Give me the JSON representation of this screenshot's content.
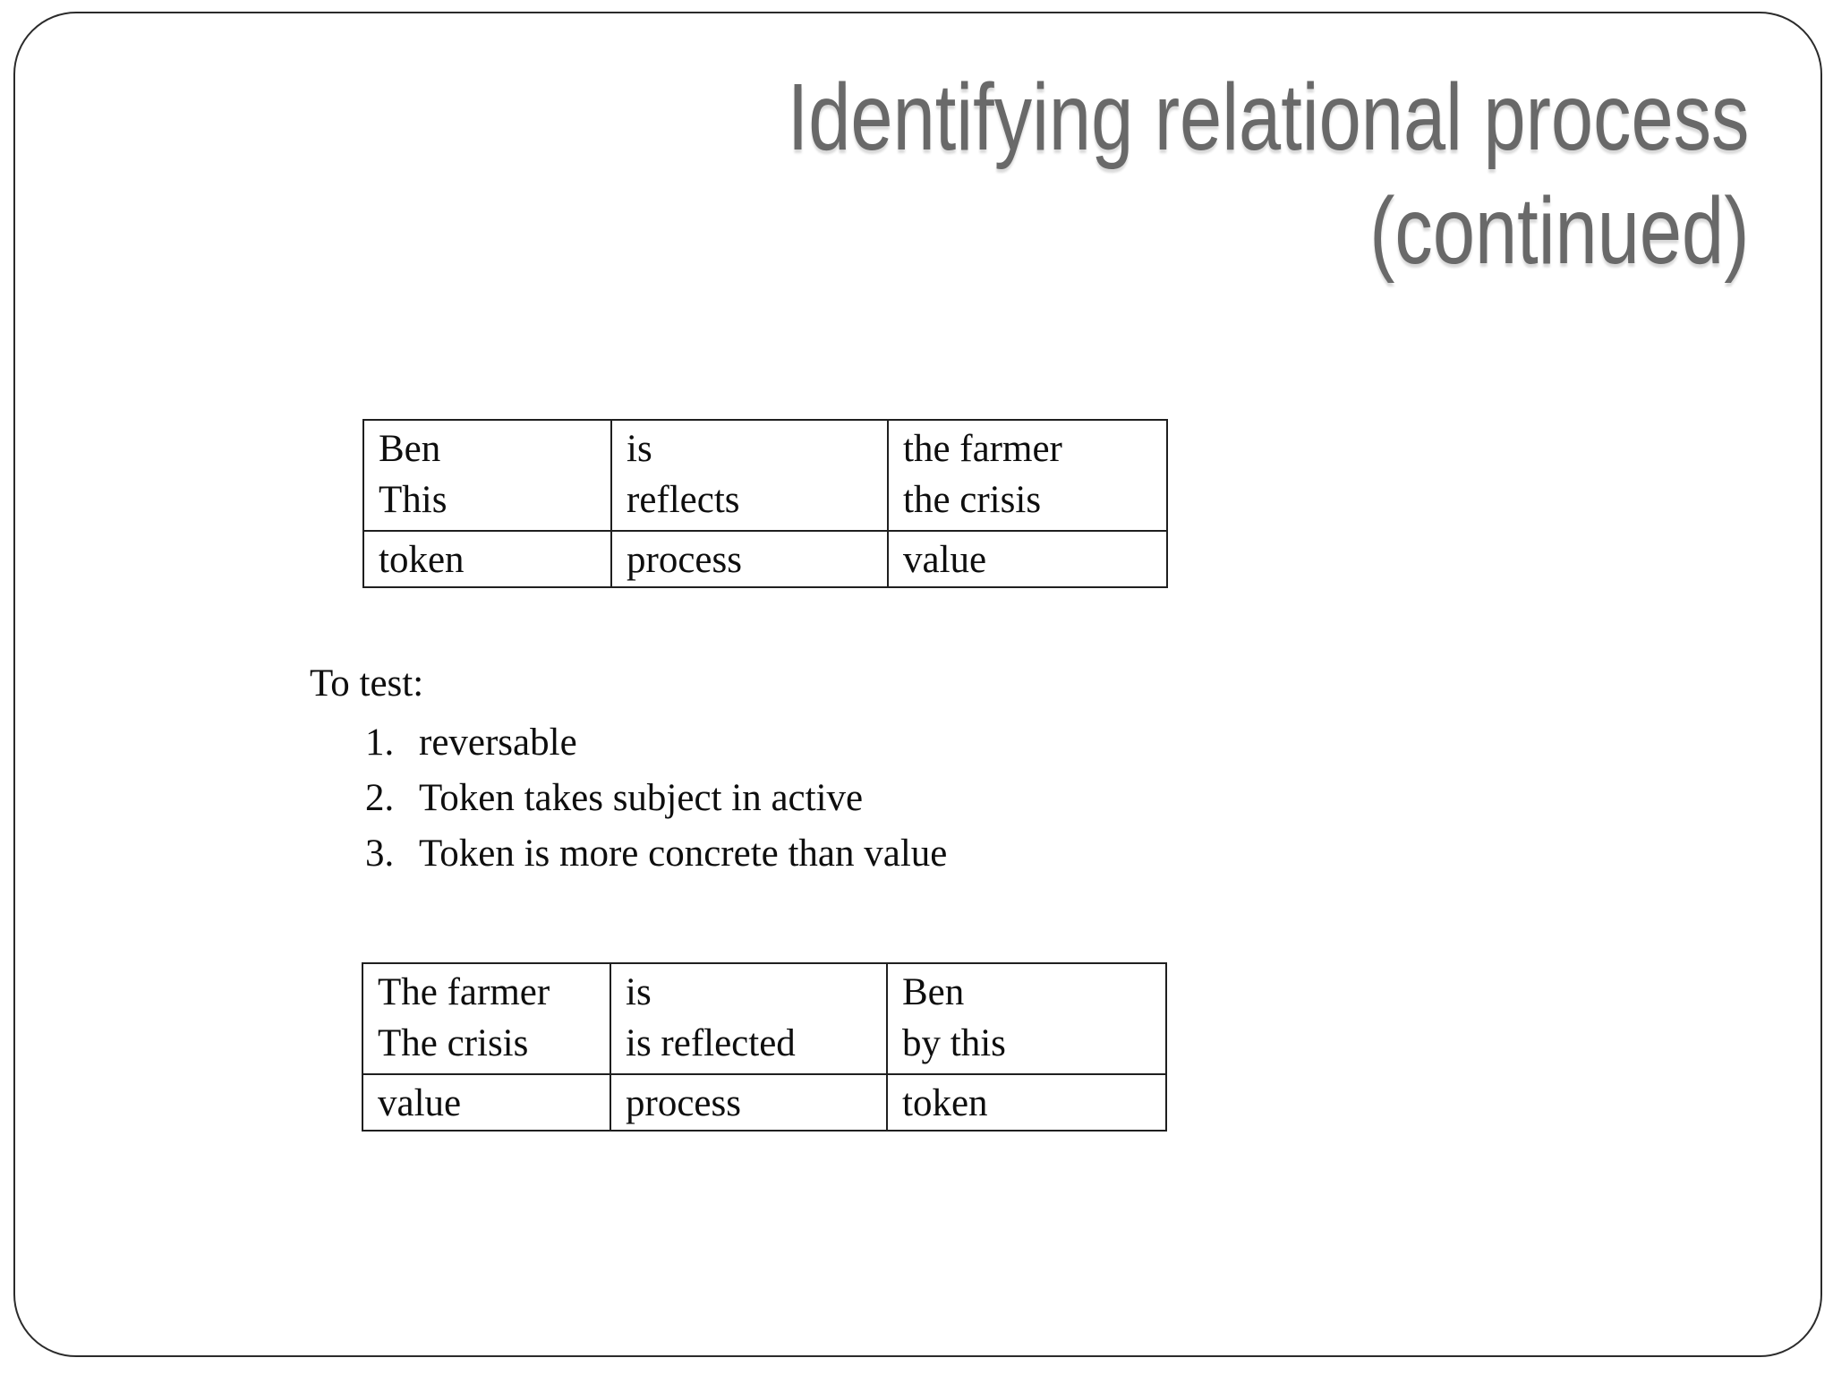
{
  "title": {
    "line1": "Identifying relational process",
    "line2": "(continued)",
    "color": "#696969"
  },
  "test_section": {
    "label": "To test:",
    "items": [
      {
        "num": "1.",
        "text": "reversable"
      },
      {
        "num": "2.",
        "text": "Token takes subject in active"
      },
      {
        "num": "3.",
        "text": "Token is more concrete than value"
      }
    ]
  },
  "tables": [
    {
      "name": "active-clause-table",
      "rows": [
        {
          "cells": [
            "Ben\nThis",
            "is\nreflects",
            "the farmer\nthe crisis"
          ]
        },
        {
          "cells": [
            "token",
            "process",
            "value"
          ]
        }
      ]
    },
    {
      "name": "passive-clause-table",
      "rows": [
        {
          "cells": [
            "The farmer\nThe crisis",
            "is\nis reflected",
            "Ben\nby this"
          ]
        },
        {
          "cells": [
            "value",
            "process",
            "token"
          ]
        }
      ]
    }
  ]
}
